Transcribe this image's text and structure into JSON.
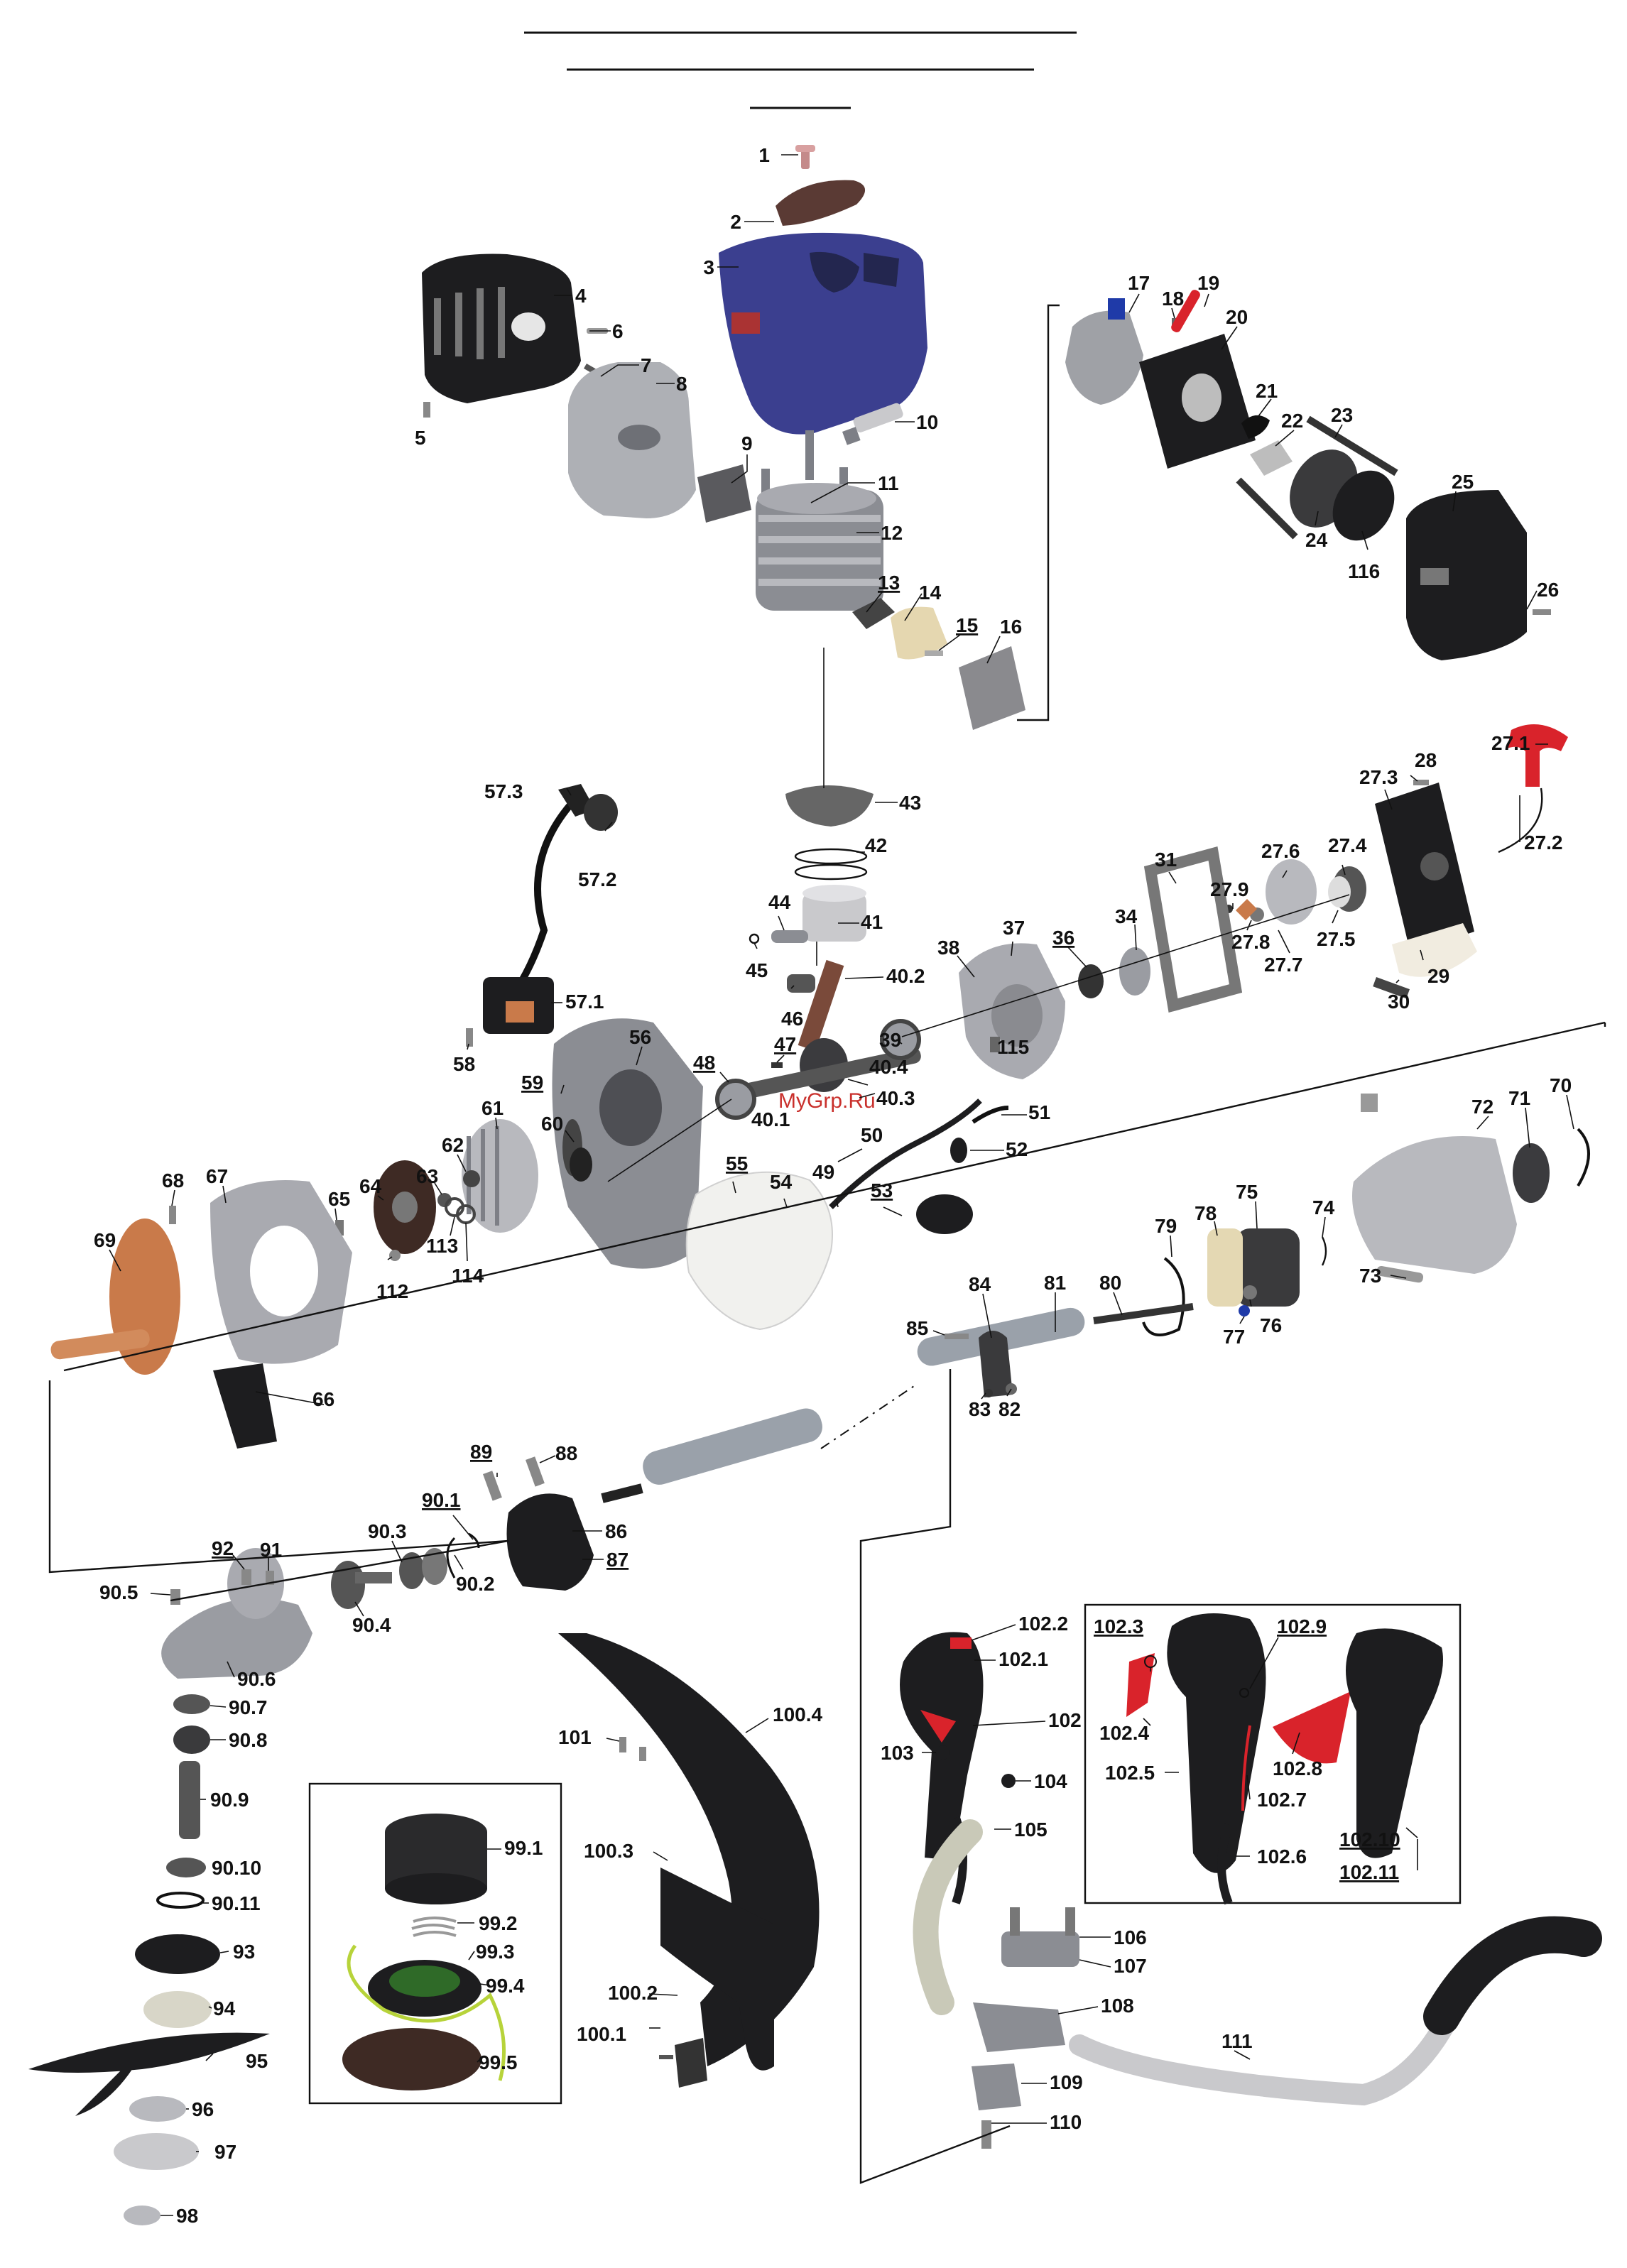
{
  "watermark": "MyGrp.Ru",
  "colors": {
    "cover_blue": "#3b3f8f",
    "metal_light": "#c9c9cc",
    "metal_dark": "#7d7f86",
    "black_plastic": "#1d1d1f",
    "red": "#d9232b",
    "copper": "#c97a4a",
    "tank_white": "#f1f1ee",
    "trimmer_line": "#b7d33a"
  },
  "parts": {
    "p1": "1",
    "p2": "2",
    "p3": "3",
    "p4": "4",
    "p5": "5",
    "p6": "6",
    "p7": "7",
    "p8": "8",
    "p9": "9",
    "p10": "10",
    "p11": "11",
    "p12": "12",
    "p13": "13",
    "p14": "14",
    "p15": "15",
    "p16": "16",
    "p17": "17",
    "p18": "18",
    "p19": "19",
    "p20": "20",
    "p21": "21",
    "p22": "22",
    "p23": "23",
    "p24": "24",
    "p25": "25",
    "p26": "26",
    "p27_1": "27.1",
    "p27_2": "27.2",
    "p27_3": "27.3",
    "p27_4": "27.4",
    "p27_5": "27.5",
    "p27_6": "27.6",
    "p27_7": "27.7",
    "p27_8": "27.8",
    "p27_9": "27.9",
    "p28": "28",
    "p29": "29",
    "p30": "30",
    "p31": "31",
    "p34": "34",
    "p36": "36",
    "p37": "37",
    "p38": "38",
    "p39": "39",
    "p40_1": "40.1",
    "p40_2": "40.2",
    "p40_3": "40.3",
    "p40_4": "40.4",
    "p41": "41",
    "p42": "42",
    "p43": "43",
    "p44": "44",
    "p45": "45",
    "p46": "46",
    "p47": "47",
    "p48": "48",
    "p49": "49",
    "p50": "50",
    "p51": "51",
    "p52": "52",
    "p53": "53",
    "p54": "54",
    "p55": "55",
    "p56": "56",
    "p57_1": "57.1",
    "p57_2": "57.2",
    "p57_3": "57.3",
    "p58": "58",
    "p59": "59",
    "p60": "60",
    "p61": "61",
    "p62": "62",
    "p63": "63",
    "p64": "64",
    "p65": "65",
    "p66": "66",
    "p67": "67",
    "p68": "68",
    "p69": "69",
    "p70": "70",
    "p71": "71",
    "p72": "72",
    "p73": "73",
    "p74": "74",
    "p75": "75",
    "p76": "76",
    "p77": "77",
    "p78": "78",
    "p79": "79",
    "p80": "80",
    "p81": "81",
    "p82": "82",
    "p83": "83",
    "p84": "84",
    "p85": "85",
    "p86": "86",
    "p87": "87",
    "p88": "88",
    "p89": "89",
    "p90_1": "90.1",
    "p90_2": "90.2",
    "p90_3": "90.3",
    "p90_4": "90.4",
    "p90_5": "90.5",
    "p90_6": "90.6",
    "p90_7": "90.7",
    "p90_8": "90.8",
    "p90_9": "90.9",
    "p90_10": "90.10",
    "p90_11": "90.11",
    "p91": "91",
    "p92": "92",
    "p93": "93",
    "p94": "94",
    "p95": "95",
    "p96": "96",
    "p97": "97",
    "p98": "98",
    "p99_1": "99.1",
    "p99_2": "99.2",
    "p99_3": "99.3",
    "p99_4": "99.4",
    "p99_5": "99.5",
    "p100_1": "100.1",
    "p100_2": "100.2",
    "p100_3": "100.3",
    "p100_4": "100.4",
    "p101": "101",
    "p102": "102",
    "p102_1": "102.1",
    "p102_2": "102.2",
    "p102_3": "102.3",
    "p102_4": "102.4",
    "p102_5": "102.5",
    "p102_6": "102.6",
    "p102_7": "102.7",
    "p102_8": "102.8",
    "p102_9": "102.9",
    "p102_10": "102.10",
    "p102_11": "102.11",
    "p103": "103",
    "p104": "104",
    "p105": "105",
    "p106": "106",
    "p107": "107",
    "p108": "108",
    "p109": "109",
    "p110": "110",
    "p111": "111",
    "p112": "112",
    "p113": "113",
    "p114": "114",
    "p115": "115",
    "p116": "116"
  }
}
